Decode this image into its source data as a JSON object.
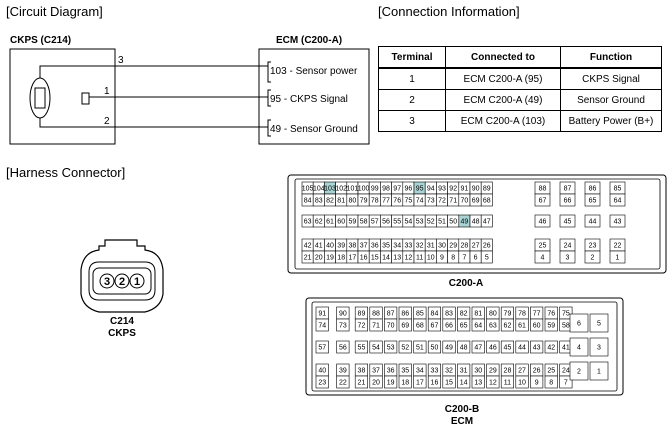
{
  "sections": {
    "circuit": "[Circuit Diagram]",
    "connection": "[Connection Information]",
    "harness": "[Harness Connector]"
  },
  "circuit": {
    "sensor_label": "CKPS (C214)",
    "ecm_label": "ECM (C200-A)",
    "sensor_pins": [
      "3",
      "1",
      "2"
    ],
    "ecm_pins": [
      "103 - Sensor power",
      "95 - CKPS Signal",
      "49 - Sensor Ground"
    ]
  },
  "connection_table": {
    "headers": [
      "Terminal",
      "Connected to",
      "Function"
    ],
    "rows": [
      [
        "1",
        "ECM C200-A  (95)",
        "CKPS Signal"
      ],
      [
        "2",
        "ECM C200-A  (49)",
        "Sensor Ground"
      ],
      [
        "3",
        "ECM C200-A  (103)",
        "Battery Power (B+)"
      ]
    ]
  },
  "c214": {
    "pins": [
      "3",
      "2",
      "1"
    ],
    "label1": "C214",
    "label2": "CKPS"
  },
  "c200a": {
    "label": "C200-A",
    "left": [
      [
        "105",
        "104",
        "103",
        "102",
        "101",
        "100",
        "99",
        "98",
        "97",
        "96",
        "95",
        "94",
        "93",
        "92",
        "91",
        "90",
        "89"
      ],
      [
        "84",
        "83",
        "82",
        "81",
        "80",
        "79",
        "78",
        "77",
        "76",
        "75",
        "74",
        "73",
        "72",
        "71",
        "70",
        "69",
        "68"
      ],
      [
        "63",
        "62",
        "61",
        "60",
        "59",
        "58",
        "57",
        "56",
        "55",
        "54",
        "53",
        "52",
        "51",
        "50",
        "49",
        "48",
        "47"
      ],
      [
        "42",
        "41",
        "40",
        "39",
        "38",
        "37",
        "36",
        "35",
        "34",
        "33",
        "32",
        "31",
        "30",
        "29",
        "28",
        "27",
        "26"
      ],
      [
        "21",
        "20",
        "19",
        "18",
        "17",
        "16",
        "15",
        "14",
        "13",
        "12",
        "11",
        "10",
        "9",
        "8",
        "7",
        "6",
        "5"
      ]
    ],
    "right": [
      [
        "88",
        "87",
        "86",
        "85"
      ],
      [
        "67",
        "66",
        "65",
        "64"
      ],
      [
        "46",
        "45",
        "44",
        "43"
      ],
      [
        "25",
        "24",
        "23",
        "22"
      ],
      [
        "4",
        "3",
        "2",
        "1"
      ]
    ],
    "highlighted": [
      "103",
      "95",
      "49"
    ]
  },
  "c200b": {
    "label1": "C200-B",
    "label2": "ECM",
    "rows": [
      [
        "91",
        "90",
        "89",
        "88",
        "87",
        "86",
        "85",
        "84",
        "83",
        "82",
        "81",
        "80",
        "79",
        "78",
        "77",
        "76",
        "75"
      ],
      [
        "74",
        "73",
        "72",
        "71",
        "70",
        "69",
        "68",
        "67",
        "66",
        "65",
        "64",
        "63",
        "62",
        "61",
        "60",
        "59",
        "58"
      ],
      [
        "57",
        "56",
        "55",
        "54",
        "53",
        "52",
        "51",
        "50",
        "49",
        "48",
        "47",
        "46",
        "45",
        "44",
        "43",
        "42",
        "41"
      ],
      [
        "40",
        "39",
        "38",
        "37",
        "36",
        "35",
        "34",
        "33",
        "32",
        "31",
        "30",
        "29",
        "28",
        "27",
        "26",
        "25",
        "24"
      ],
      [
        "23",
        "22",
        "21",
        "20",
        "19",
        "18",
        "17",
        "16",
        "15",
        "14",
        "13",
        "12",
        "11",
        "10",
        "9",
        "8",
        "7"
      ]
    ],
    "right": [
      [
        "6",
        "5"
      ],
      [
        "4",
        "3"
      ],
      [
        "2",
        "1"
      ]
    ]
  },
  "colors": {
    "highlight": "#a9d3d4",
    "line": "#000000"
  }
}
